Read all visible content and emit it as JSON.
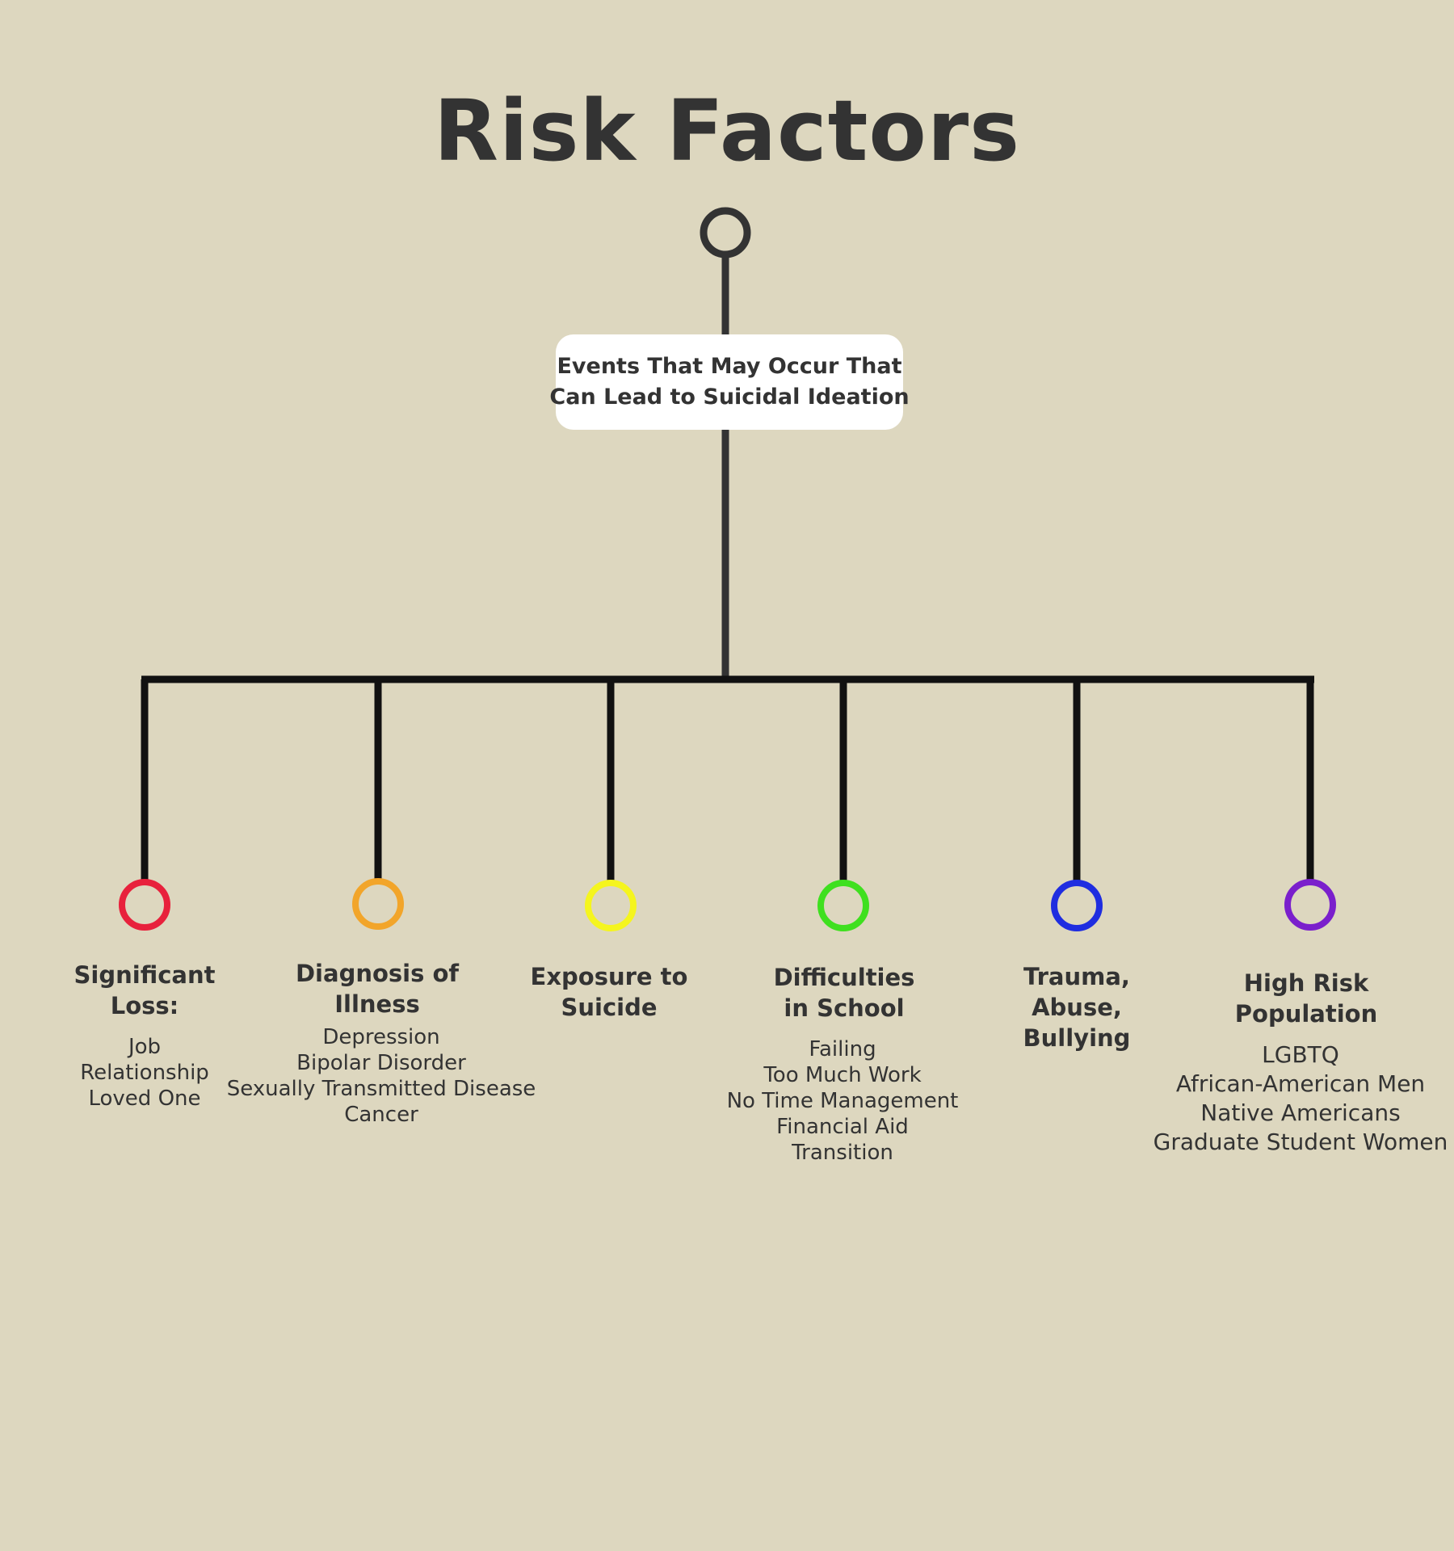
{
  "title": "Risk Factors",
  "colors": {
    "background": "#ddd7bf",
    "text": "#333333",
    "root_node": "#333333",
    "connectors": "#111111"
  },
  "root": {
    "label_line1": "Events That May Occur That",
    "label_line2": "Can Lead to Suicidal Ideation"
  },
  "branches": [
    {
      "heading_line1": "Significant",
      "heading_line2": "Loss:",
      "heading_line3": "",
      "node_color": "#e8213c",
      "items": [
        "Job",
        "Relationship",
        "Loved One"
      ]
    },
    {
      "heading_line1": "Diagnosis of",
      "heading_line2": "Illness",
      "heading_line3": "",
      "node_color": "#f2a52a",
      "items": [
        "Depression",
        "Bipolar Disorder",
        "Sexually Transmitted Disease",
        "Cancer"
      ]
    },
    {
      "heading_line1": "Exposure to",
      "heading_line2": "Suicide",
      "heading_line3": "",
      "node_color": "#f5f51e",
      "items": []
    },
    {
      "heading_line1": "Difficulties",
      "heading_line2": "in School",
      "heading_line3": "",
      "node_color": "#3fe01f",
      "items": [
        "Failing",
        "Too Much Work",
        "No Time Management",
        "Financial Aid",
        "Transition"
      ]
    },
    {
      "heading_line1": "Trauma,",
      "heading_line2": "Abuse,",
      "heading_line3": "Bullying",
      "node_color": "#1f2de0",
      "items": []
    },
    {
      "heading_line1": "High Risk",
      "heading_line2": "Population",
      "heading_line3": "",
      "node_color": "#7a1fcc",
      "items": [
        "LGBTQ",
        "African-American Men",
        "Native Americans",
        "Graduate Student Women"
      ]
    }
  ]
}
